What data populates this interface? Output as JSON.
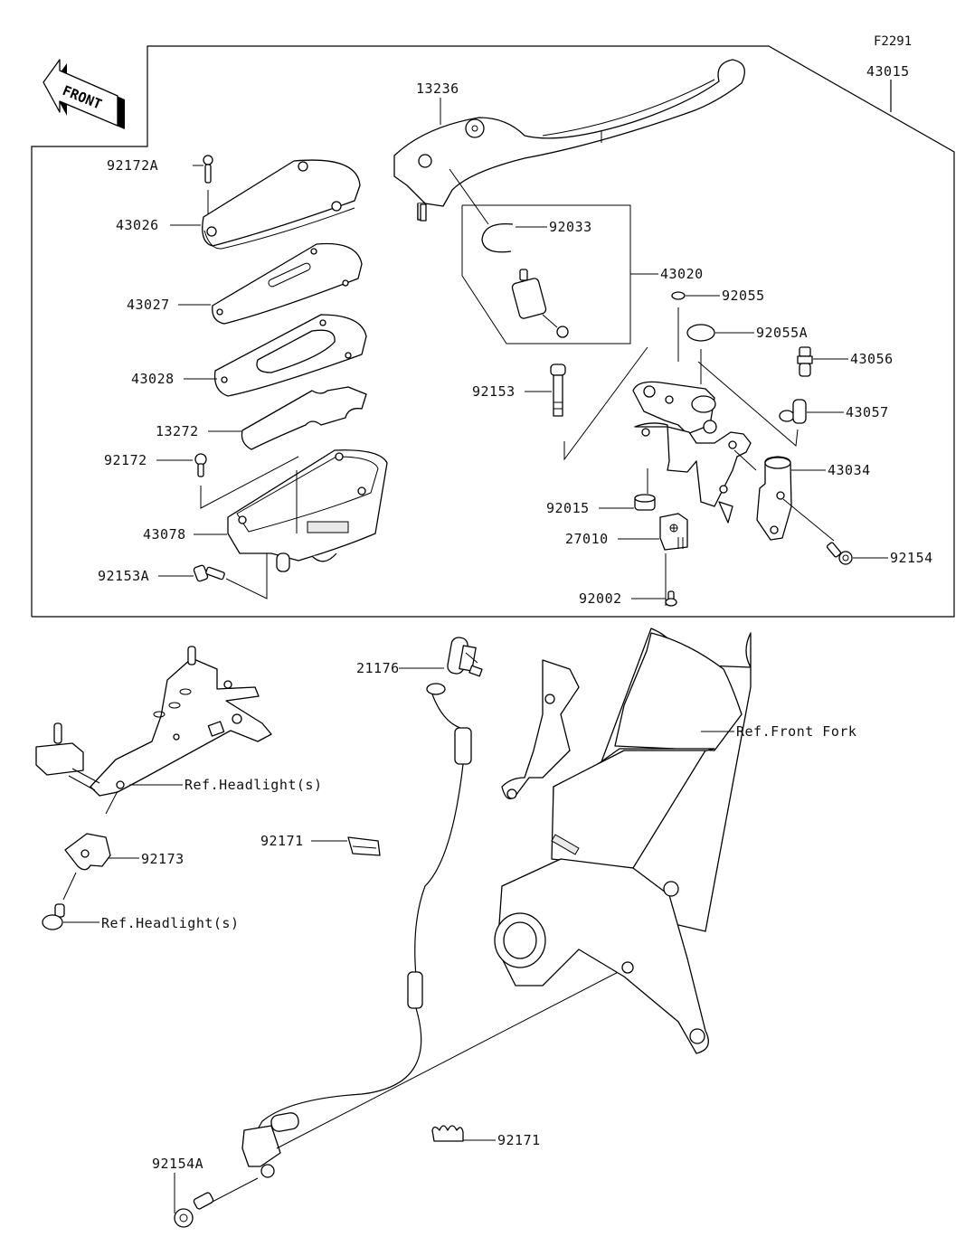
{
  "diagram": {
    "figure_code": "F2291",
    "direction_indicator": "FRONT",
    "assembly_label": "43015",
    "parts": {
      "lever": "13236",
      "screw_cover": "92172A",
      "reservoir_cap": "43026",
      "diaphragm_plate": "43027",
      "diaphragm": "43028",
      "pad": "13272",
      "screw_reservoir": "92172",
      "reservoir": "43078",
      "bolt_reservoir": "92153A",
      "circlip": "92033",
      "piston_kit": "43020",
      "washer": "92055",
      "washer_a": "92055A",
      "bleeder_valve": "43056",
      "banjo_fitting": "43057",
      "pivot_bolt": "92153",
      "clamp_holder": "43034",
      "clamp_bolt": "92154",
      "nut": "92015",
      "brake_switch": "27010",
      "switch_screw": "92002",
      "abs_sensor": "21176",
      "clamp_a": "92171",
      "clamp_b": "92171",
      "stay_clamp": "92173",
      "sensor_bolt": "92154A"
    },
    "references": {
      "headlight_bracket": "Ref.Headlight(s)",
      "headlight_bolt": "Ref.Headlight(s)",
      "front_fork": "Ref.Front Fork"
    }
  }
}
